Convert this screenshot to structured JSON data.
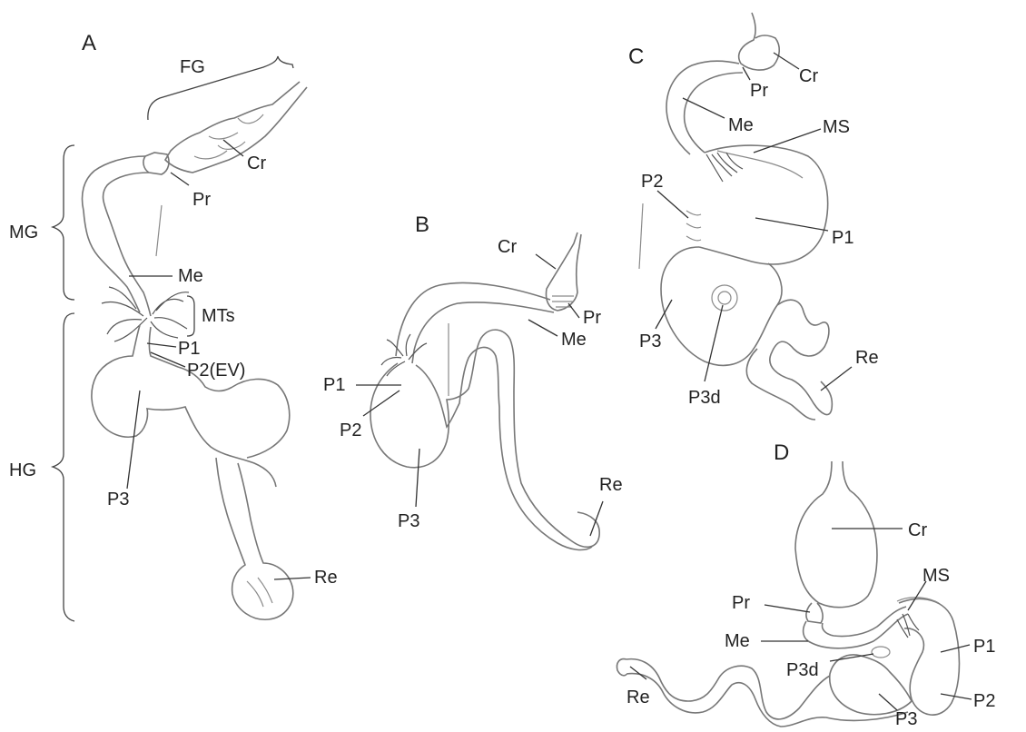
{
  "panels": {
    "A": {
      "letter": "A",
      "labels": {
        "fg": "FG",
        "mg": "MG",
        "hg": "HG",
        "cr": "Cr",
        "pr": "Pr",
        "me": "Me",
        "mts": "MTs",
        "p1": "P1",
        "p2ev": "P2(EV)",
        "p3": "P3",
        "re": "Re"
      }
    },
    "B": {
      "letter": "B",
      "labels": {
        "cr": "Cr",
        "pr": "Pr",
        "me": "Me",
        "p1": "P1",
        "p2": "P2",
        "p3": "P3",
        "re": "Re"
      }
    },
    "C": {
      "letter": "C",
      "labels": {
        "cr": "Cr",
        "pr": "Pr",
        "me": "Me",
        "ms": "MS",
        "p1": "P1",
        "p2": "P2",
        "p3": "P3",
        "p3d": "P3d",
        "re": "Re"
      }
    },
    "D": {
      "letter": "D",
      "labels": {
        "cr": "Cr",
        "pr": "Pr",
        "me": "Me",
        "ms": "MS",
        "p1": "P1",
        "p2": "P2",
        "p3": "P3",
        "p3d": "P3d",
        "re": "Re"
      }
    }
  }
}
